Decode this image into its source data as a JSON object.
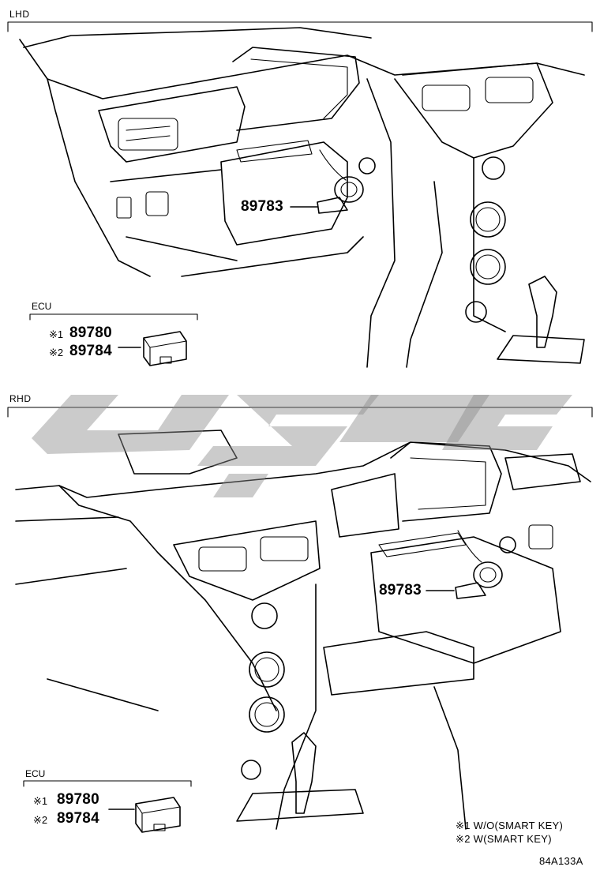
{
  "sections": [
    {
      "label": "LHD",
      "callout": "89783",
      "ecu_box_label": "ECU",
      "ecu_items": [
        {
          "mark": "※1",
          "part": "89780"
        },
        {
          "mark": "※2",
          "part": "89784"
        }
      ]
    },
    {
      "label": "RHD",
      "callout": "89783",
      "ecu_box_label": "ECU",
      "ecu_items": [
        {
          "mark": "※1",
          "part": "89780"
        },
        {
          "mark": "※2",
          "part": "89784"
        }
      ]
    }
  ],
  "notes": [
    "※1 W/O(SMART KEY)",
    "※2 W(SMART KEY)"
  ],
  "illustration_code": "84A133A",
  "icons": [
    "immobiliser-coil-icon",
    "ecu-module-icon"
  ],
  "colors": {
    "line": "#000000",
    "watermark": "#8c8c8c",
    "background": "#ffffff"
  }
}
